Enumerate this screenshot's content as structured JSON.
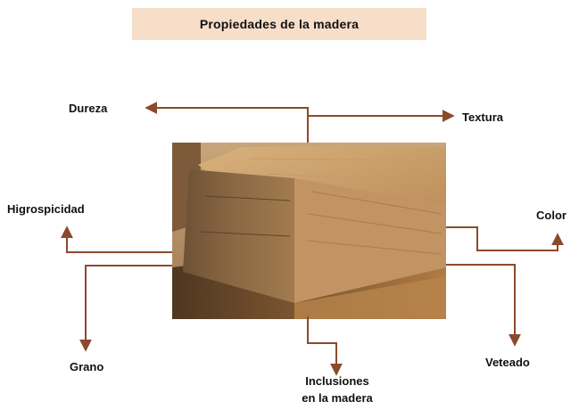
{
  "title": "Propiedades de la madera",
  "labels": {
    "dureza": "Dureza",
    "textura": "Textura",
    "higrospicidad": "Higrospicidad",
    "color": "Color",
    "grano": "Grano",
    "veteado": "Veteado",
    "inclusiones_line1": "Inclusiones",
    "inclusiones_line2": "en la madera"
  },
  "colors": {
    "arrow": "#8b4a2b",
    "title_bg": "#f7dec9",
    "wood_light": "#c9a06c",
    "wood_dark": "#6b4a2e"
  },
  "image": {
    "subject": "stacked timber beams photo"
  }
}
